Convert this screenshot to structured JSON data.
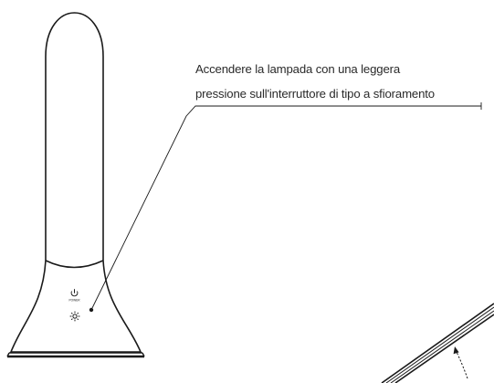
{
  "callout": {
    "line1": "Accendere la lampada con una leggera",
    "line2": "pressione sull'interruttore di tipo a sfioramento"
  },
  "control_panel": {
    "power_label": "POWER",
    "power_icon": "power-icon",
    "brightness_icon": "brightness-sun-icon"
  },
  "colors": {
    "stroke": "#1a1a1a",
    "text": "#2a2a2a"
  }
}
